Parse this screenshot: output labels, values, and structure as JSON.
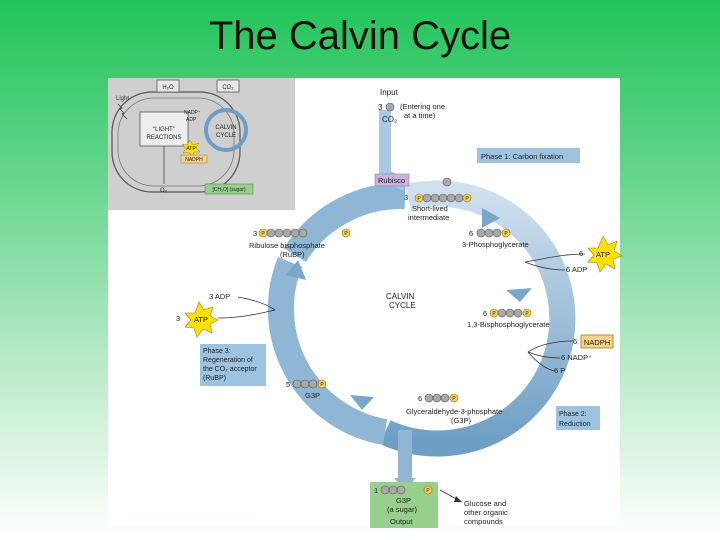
{
  "slide": {
    "title": "The Calvin Cycle"
  },
  "inset": {
    "light": "Light",
    "h2o": "H₂O",
    "co2": "CO₂",
    "nadp": "NADP⁺",
    "adp": "ADP",
    "light_reactions_1": "“LIGHT”",
    "light_reactions_2": "REACTIONS",
    "calvin_1": "CALVIN",
    "calvin_2": "CYCLE",
    "atp": "ATP",
    "nadph": "NADPH",
    "o2": "O₂",
    "sugar": "[CH₂O] (sugar)"
  },
  "diagram": {
    "input_label": "Input",
    "input_count": "3",
    "entering_1": "(Entering one",
    "entering_2": "at a time)",
    "co2": "CO₂",
    "phase1": "Phase 1: Carbon fixation",
    "rubisco": "Rubisco",
    "short_count": "3",
    "short_1": "Short-lived",
    "short_2": "intermediate",
    "pga_count": "6",
    "pga_label": "3-Phosphoglycerate",
    "rubp_count": "3",
    "rubp_1": "Ribulose bisphosphate",
    "rubp_2": "(RuBP)",
    "atp_in_count": "6",
    "atp": "ATP",
    "adp_out": "6 ADP",
    "adp_left": "3 ADP",
    "atp_left_count": "3",
    "calvin_1": "CALVIN",
    "calvin_2": "CYCLE",
    "bpg_count": "6",
    "bpg_label": "1,3-Bisphosphoglycerate",
    "nadph_count": "6",
    "nadph": "NADPH",
    "nadp_out": "6 NADP⁺",
    "pi_out": "6 P",
    "phase3_1": "Phase 3:",
    "phase3_2": "Regeneration of",
    "phase3_3": "the CO₂ acceptor",
    "phase3_4": "(RuBP)",
    "g3p_left_count": "5",
    "g3p_left": "G3P",
    "g3p_main_count": "6",
    "g3p_main_1": "Glyceraldehyde-3-phosphate",
    "g3p_main_2": "(G3P)",
    "phase2_1": "Phase 2:",
    "phase2_2": "Reduction",
    "output_count": "1",
    "output_1": "G3P",
    "output_2": "(a sugar)",
    "output_3": "Output",
    "glucose_1": "Glucose and",
    "glucose_2": "other organic",
    "glucose_3": "compounds",
    "p": "P"
  },
  "colors": {
    "arrow": "#8fb6d4",
    "arrow_dark": "#5f8fb6",
    "phase_box": "#9ec3e1",
    "rubisco_box": "#c8b4dc",
    "output_box": "#96d08c",
    "atp_burst": "#ffe000",
    "nadph_box": "#f5d28c",
    "phosphate": "#f2d25a",
    "carbon": "#a9a9a9"
  }
}
